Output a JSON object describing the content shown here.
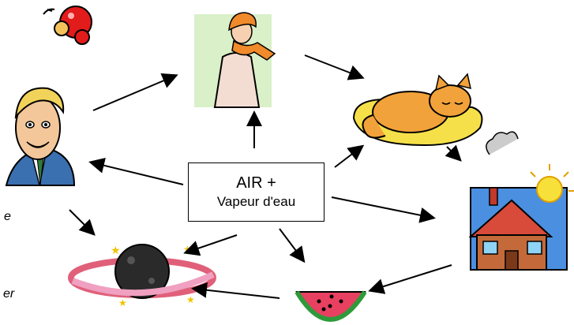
{
  "center_box": {
    "line1": "AIR +",
    "line2": "Vapeur d'eau"
  },
  "left_fragments": [
    "e",
    "er"
  ],
  "icons": [
    "atom-molecule-icon",
    "person-man-icon",
    "woman-scarf-icon",
    "sleeping-cat-icon",
    "sunny-house-icon",
    "watermelon-icon",
    "planet-icon"
  ],
  "colors": {
    "arrow": "#000000",
    "molecule_red": "#e21b1b",
    "cat_orange": "#f2a23a",
    "cushion_yellow": "#f5e04a",
    "house_blue": "#4a8fe0",
    "melon_red": "#e84060",
    "ring_pink": "#f0a0c0"
  }
}
